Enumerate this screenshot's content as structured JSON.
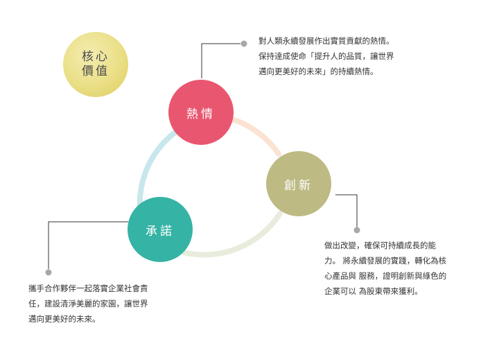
{
  "core": {
    "line1": "核心",
    "line2": "價值"
  },
  "values": {
    "passion": {
      "title": "熱情",
      "color": "#e9566f",
      "lines": [
        "對人類永續發展作出實質貢獻的熱情。",
        "保持達成使命「提升人的品質，讓世界",
        "邁向更美好的未來」的持續熱情。"
      ]
    },
    "innovate": {
      "title": "創新",
      "color": "#bdba84",
      "lines": [
        "做出改變，確保可持續成長的能",
        "力。 將永續發展的實踐，轉化為核",
        "心產品與 服務，證明創新與綠色的",
        "企業可以 為股東帶來獲利。"
      ]
    },
    "commit": {
      "title": "承諾",
      "color": "#35b3a4",
      "lines": [
        "攜手合作夥伴一起落實企業社會責",
        "任，建設清淨美麗的家園，讓世界",
        "邁向更美好的未來。"
      ]
    }
  },
  "ring_colors": {
    "passion_innovate": "#fbe2d3",
    "innovate_commit": "#e8ecdc",
    "commit_passion": "#c8e7ec"
  },
  "connector_color": "#333333",
  "dot_color": "#a8a8a8"
}
